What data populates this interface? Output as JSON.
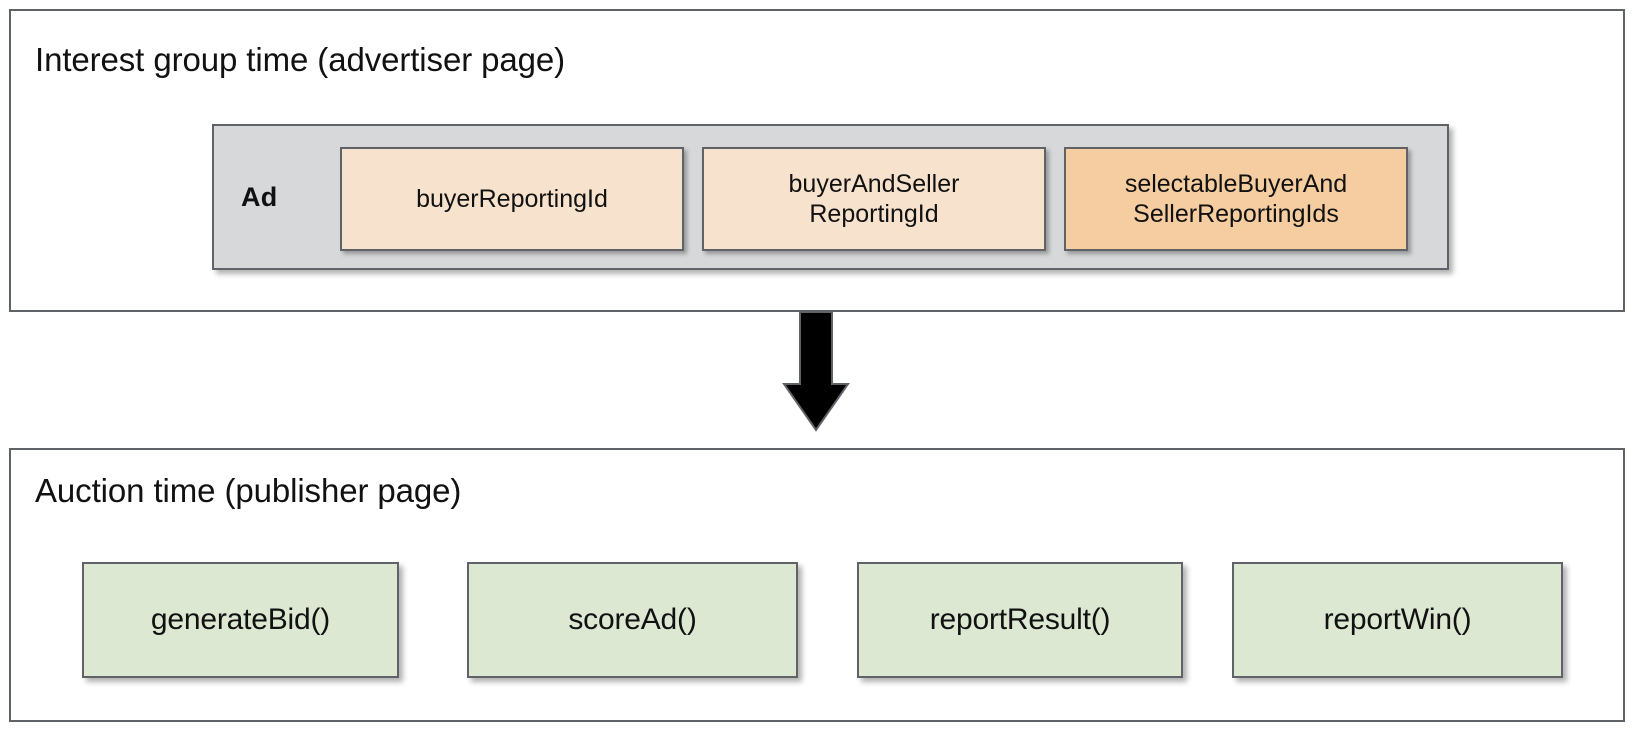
{
  "diagram": {
    "type": "flow-diagram",
    "sections": [
      {
        "id": "advertiser",
        "title": "Interest group time (advertiser page)",
        "group": {
          "label": "Ad",
          "items": [
            {
              "label": "buyerReportingId",
              "tone": "light"
            },
            {
              "label": "buyerAndSeller\nReportingId",
              "tone": "light"
            },
            {
              "label": "selectableBuyerAnd\nSellerReportingIds",
              "tone": "dark"
            }
          ]
        }
      },
      {
        "id": "auction",
        "title": "Auction time (publisher page)",
        "items": [
          {
            "label": "generateBid()"
          },
          {
            "label": "scoreAd()"
          },
          {
            "label": "reportResult()"
          },
          {
            "label": "reportWin()"
          }
        ]
      }
    ],
    "connector": {
      "icon": "down-arrow-icon",
      "direction": "down"
    },
    "colors": {
      "panel_border": "#5f6368",
      "group_fill": "#d6d8d9",
      "reporting_light": "#f7e3cd",
      "reporting_dark": "#f5cda0",
      "function_fill": "#dce8d2",
      "arrow_fill": "#000000",
      "text": "#111111",
      "background": "#ffffff"
    }
  }
}
